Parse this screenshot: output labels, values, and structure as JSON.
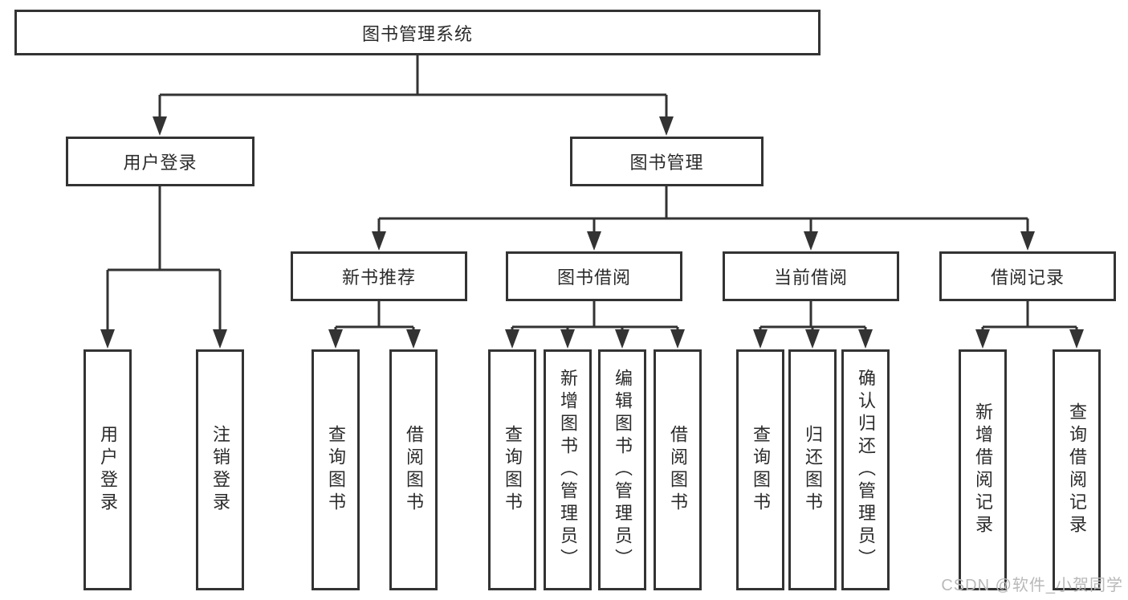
{
  "diagram": {
    "type": "hierarchy-tree",
    "tree": {
      "root": "图书管理系统",
      "children": [
        {
          "label": "用户登录",
          "children": [
            {
              "label": "用户登录"
            },
            {
              "label": "注销登录"
            }
          ]
        },
        {
          "label": "图书管理",
          "children": [
            {
              "label": "新书推荐",
              "children": [
                {
                  "label": "查询图书"
                },
                {
                  "label": "借阅图书"
                }
              ]
            },
            {
              "label": "图书借阅",
              "children": [
                {
                  "label": "查询图书"
                },
                {
                  "label": "新增图书（管理员）"
                },
                {
                  "label": "编辑图书（管理员）"
                },
                {
                  "label": "借阅图书"
                }
              ]
            },
            {
              "label": "当前借阅",
              "children": [
                {
                  "label": "查询图书"
                },
                {
                  "label": "归还图书"
                },
                {
                  "label": "确认归还（管理员）"
                }
              ]
            },
            {
              "label": "借阅记录",
              "children": [
                {
                  "label": "新增借阅记录"
                },
                {
                  "label": "查询借阅记录"
                }
              ]
            }
          ]
        }
      ]
    },
    "colors": {
      "line": "#333333",
      "text": "#2b2b2b",
      "box_background": "#ffffff",
      "watermark": "#b9b9b9"
    }
  },
  "watermark": {
    "text": "CSDN @软件_小贺同学"
  }
}
